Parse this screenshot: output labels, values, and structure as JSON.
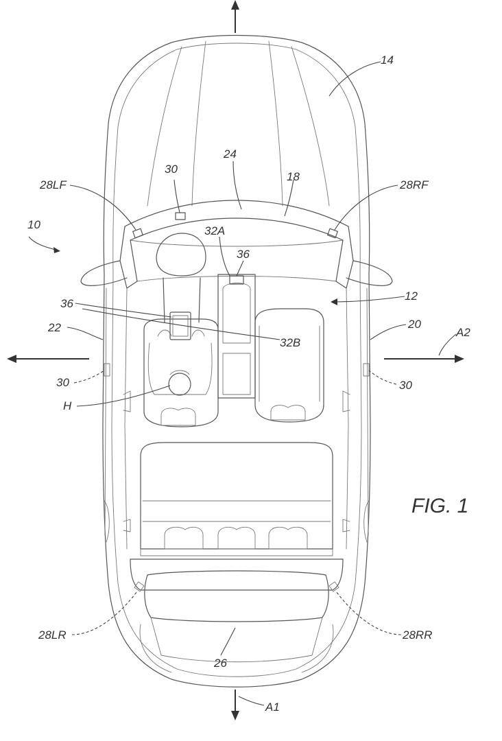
{
  "figure": {
    "caption": "FIG. 1",
    "labels": {
      "vehicle": "10",
      "cabin": "12",
      "hood": "14",
      "windshield": "18",
      "right_side": "20",
      "left_side": "22",
      "front_edge": "24",
      "rear_edge": "26",
      "camera_lf": "28LF",
      "camera_rf": "28RF",
      "camera_lr": "28LR",
      "camera_rr": "28RR",
      "sensor_windshield": "30",
      "sensor_left": "30",
      "sensor_right": "30",
      "display_a": "32A",
      "display_b": "32B",
      "device_console": "36",
      "device_driver": "36",
      "human": "H",
      "axis_1": "A1",
      "axis_2": "A2"
    }
  }
}
